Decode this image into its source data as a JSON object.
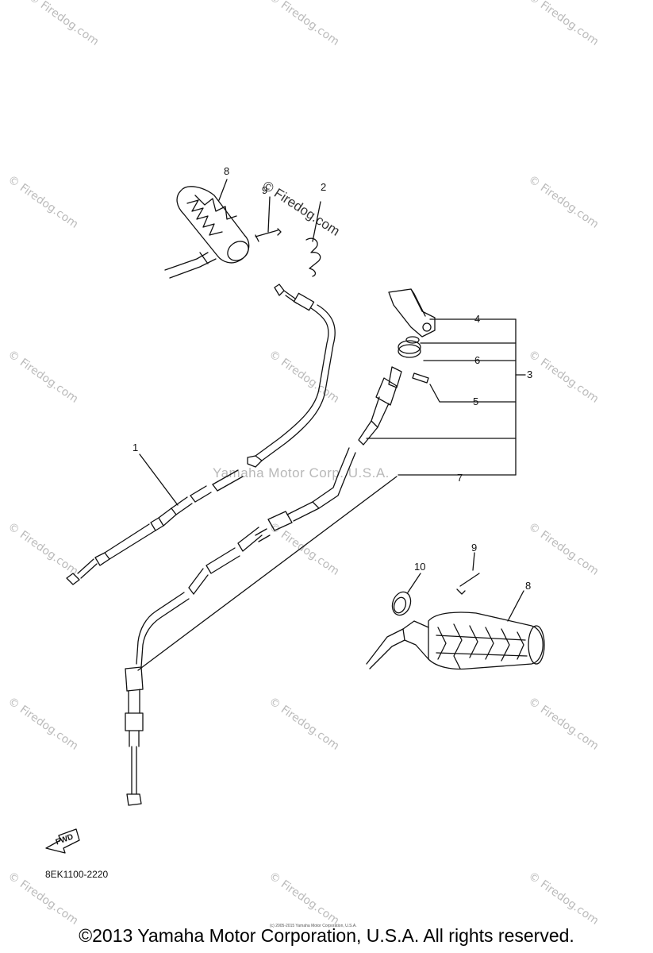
{
  "watermark_site": "© Firedog.com",
  "diagram_watermark": "© Firedog.com",
  "center_watermark": "Yamaha Motor Corp. U.S.A.",
  "callouts": [
    "1",
    "2",
    "3",
    "4",
    "5",
    "6",
    "7",
    "8",
    "9",
    "8",
    "9",
    "10"
  ],
  "fwd_label": "FWD",
  "part_code": "8EK1100-2220",
  "tiny_copyright": "(c) 2005-2015 Yamaha Motor Corporation, U.S.A.",
  "footer": "©2013 Yamaha Motor Corporation, U.S.A. All rights reserved."
}
